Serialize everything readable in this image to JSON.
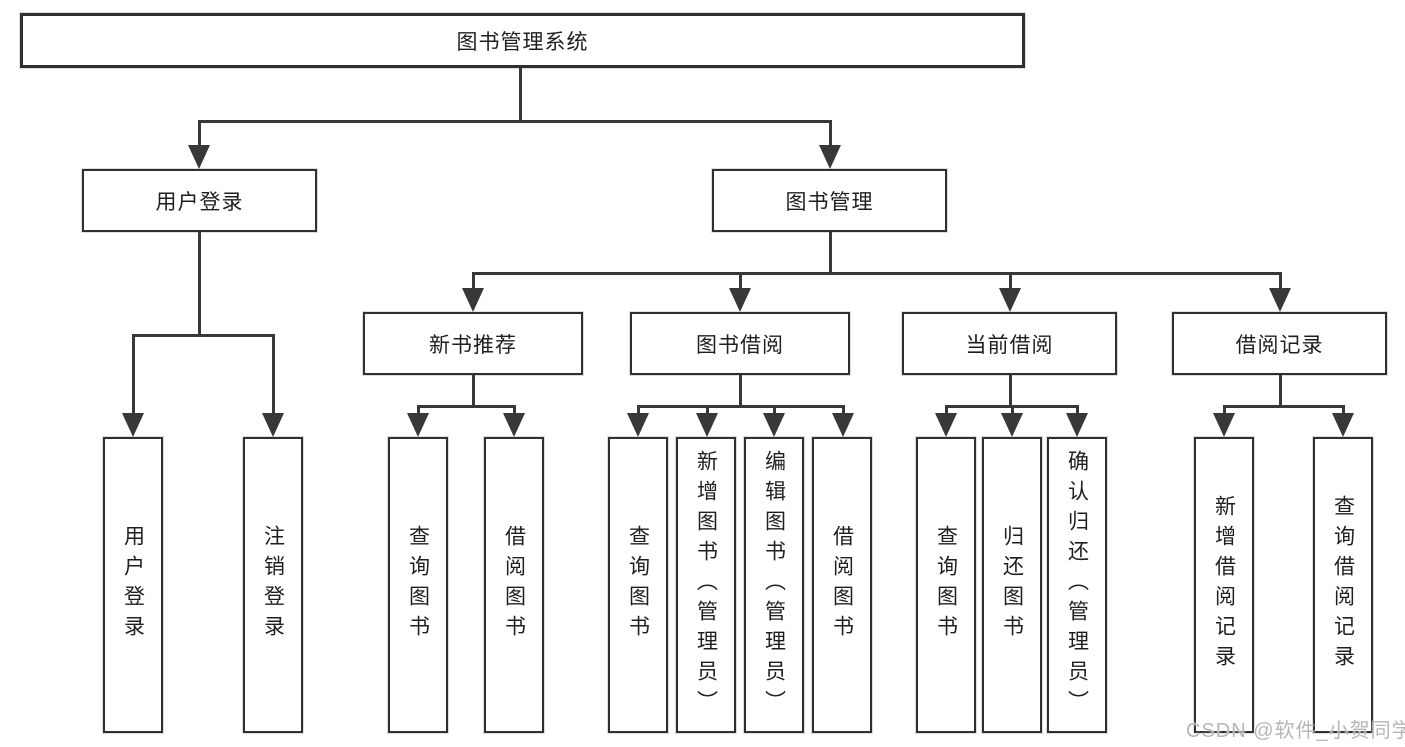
{
  "root": {
    "label": "图书管理系统"
  },
  "branches": [
    {
      "label": "用户登录",
      "children": [
        {
          "label": "用户登录"
        },
        {
          "label": "注销登录"
        }
      ]
    },
    {
      "label": "图书管理",
      "children": [
        {
          "label": "新书推荐",
          "children": [
            {
              "label": "查询图书"
            },
            {
              "label": "借阅图书"
            }
          ]
        },
        {
          "label": "图书借阅",
          "children": [
            {
              "label": "查询图书"
            },
            {
              "label": "新增图书（管理员）"
            },
            {
              "label": "编辑图书（管理员）"
            },
            {
              "label": "借阅图书"
            }
          ]
        },
        {
          "label": "当前借阅",
          "children": [
            {
              "label": "查询图书"
            },
            {
              "label": "归还图书"
            },
            {
              "label": "确认归还（管理员）"
            }
          ]
        },
        {
          "label": "借阅记录",
          "children": [
            {
              "label": "新增借阅记录"
            },
            {
              "label": "查询借阅记录"
            }
          ]
        }
      ]
    }
  ],
  "watermark": "CSDN @软件_小贺同学",
  "colors": {
    "line": "#383838",
    "border": "#2f2f2f",
    "text": "#1f1f1f",
    "box_fill": "#ffffff",
    "watermark": "#b6b6b6",
    "background": "#ffffff"
  }
}
